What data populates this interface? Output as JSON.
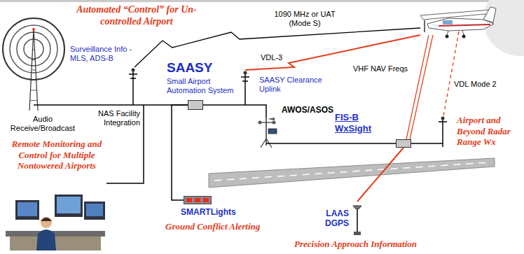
{
  "diagram": {
    "nodes": [
      {
        "text": [
          "Audio Receive/Broadcast"
        ]
      },
      {
        "text": [
          "Surveillance Info - MLS, ADS-B"
        ]
      },
      {
        "text": [
          "SAASY",
          "Small Airport Automation System"
        ]
      },
      {
        "text": [
          "SAASY Clearance Uplink"
        ]
      },
      {
        "text": [
          "AWOS/ASOS"
        ]
      },
      {
        "text": [
          "FIS-B WxSight"
        ]
      },
      {
        "text": [
          "SMARTLights"
        ]
      },
      {
        "text": [
          "LAAS DGPS"
        ]
      }
    ],
    "edges": [
      {
        "from": 0,
        "to": 1,
        "arrow": "none"
      },
      {
        "from": 1,
        "to": 2,
        "arrow": "none"
      },
      {
        "from": 2,
        "to": 3,
        "arrow": "none"
      },
      {
        "from": 3,
        "to": 4,
        "arrow": "none"
      },
      {
        "from": 4,
        "to": 5,
        "arrow": "none"
      },
      {
        "from": 2,
        "to": 6,
        "arrow": "none"
      },
      {
        "from": 7,
        "to": 5,
        "arrow": "none"
      }
    ],
    "labels": [
      "Automated “Control” for Un-controlled Airport",
      "1090 MHz or UAT (Mode S)",
      "VDL-3",
      "VHF NAV Freqs",
      "VDL Mode 2",
      "NAS Facility Integration",
      "Remote Monitoring and Control for Multiple Nontowered Airports",
      "Airport and Beyond Radar Range Wx",
      "Ground Conflict Alerting",
      "Precision Approach Information"
    ]
  }
}
